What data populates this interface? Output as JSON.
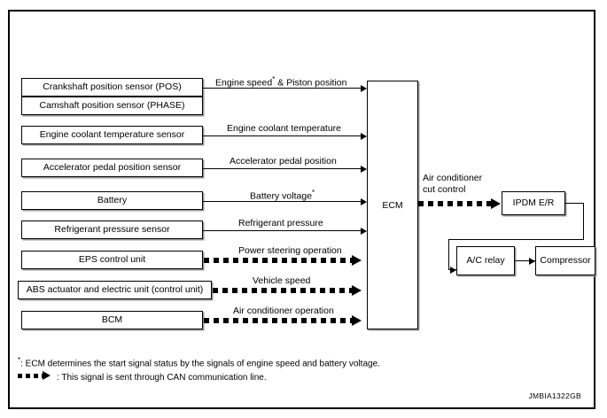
{
  "figure": {
    "id": "JMBIA1322GB"
  },
  "central_unit": {
    "label": "ECM"
  },
  "inputs": [
    {
      "source": "Crankshaft position sensor (POS)",
      "signal": "Engine speed",
      "signal_suffix": " & Piston position",
      "asterisk": true,
      "can": false
    },
    {
      "source": "Camshaft position sensor (PHASE)",
      "signal": "",
      "signal_suffix": "",
      "asterisk": false,
      "can": false
    },
    {
      "source": "Engine coolant temperature sensor",
      "signal": "Engine coolant temperature",
      "signal_suffix": "",
      "asterisk": false,
      "can": false
    },
    {
      "source": "Accelerator pedal position sensor",
      "signal": "Accelerator pedal position",
      "signal_suffix": "",
      "asterisk": false,
      "can": false
    },
    {
      "source": "Battery",
      "signal": "Battery voltage",
      "signal_suffix": "",
      "asterisk": true,
      "can": false
    },
    {
      "source": "Refrigerant pressure sensor",
      "signal": "Refrigerant pressure",
      "signal_suffix": "",
      "asterisk": false,
      "can": false
    },
    {
      "source": "EPS control unit",
      "signal": "Power steering operation",
      "signal_suffix": "",
      "asterisk": false,
      "can": true
    },
    {
      "source": "ABS actuator and electric unit (control unit)",
      "signal": "Vehicle speed",
      "signal_suffix": "",
      "asterisk": false,
      "can": true
    },
    {
      "source": "BCM",
      "signal": "Air conditioner operation",
      "signal_suffix": "",
      "asterisk": false,
      "can": true
    }
  ],
  "output": {
    "signal_line1": "Air conditioner",
    "signal_line2": "cut control",
    "ipdm": "IPDM E/R",
    "relay": "A/C relay",
    "compressor": "Compressor"
  },
  "footnotes": {
    "asterisk": ": ECM determines the start signal status by the signals of engine speed and battery voltage.",
    "asterisk_mark": "*",
    "can": ": This signal is sent through CAN communication line."
  }
}
